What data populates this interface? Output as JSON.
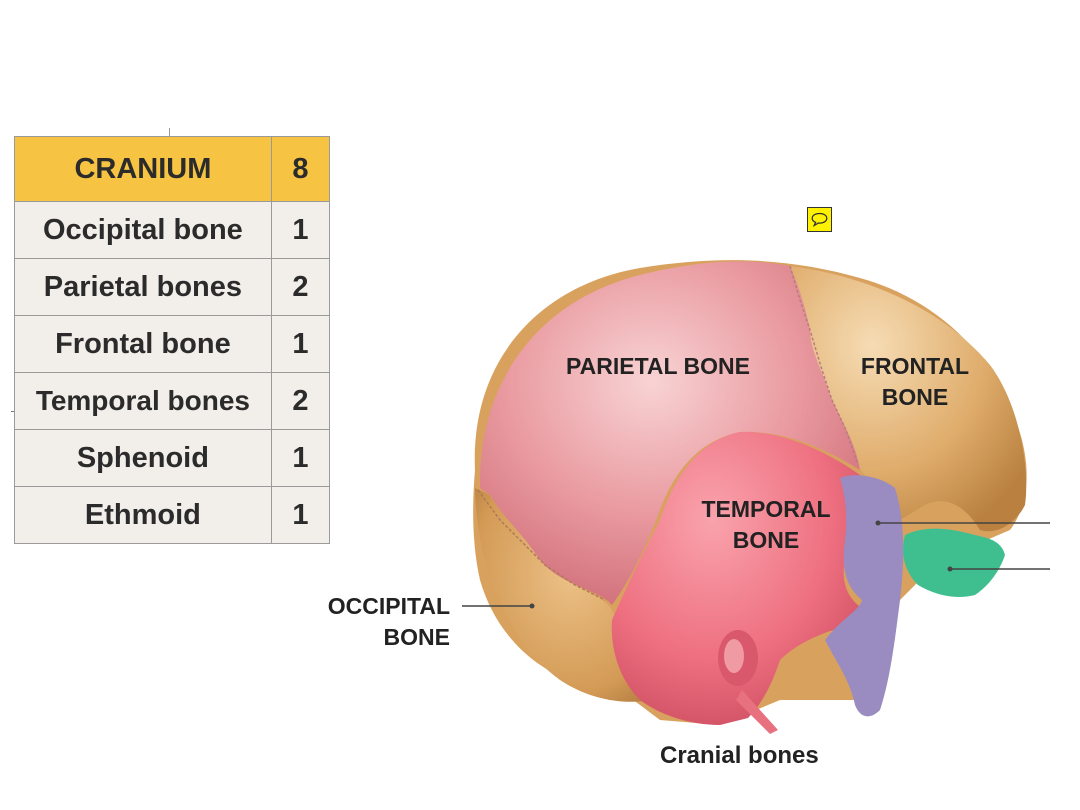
{
  "table": {
    "header": {
      "name": "CRANIUM",
      "count": "8"
    },
    "rows": [
      {
        "name": "Occipital bone",
        "count": "1"
      },
      {
        "name": "Parietal bones",
        "count": "2"
      },
      {
        "name": "Frontal bone",
        "count": "1"
      },
      {
        "name": "Temporal bones",
        "count": "2"
      },
      {
        "name": "Sphenoid",
        "count": "1"
      },
      {
        "name": "Ethmoid",
        "count": "1"
      }
    ]
  },
  "diagram": {
    "labels": {
      "parietal": "PARIETAL BONE",
      "frontal_line1": "FRONTAL",
      "frontal_line2": "BONE",
      "temporal_line1": "TEMPORAL",
      "temporal_line2": "BONE",
      "occipital_line1": "OCCIPITAL",
      "occipital_line2": "BONE"
    },
    "caption": "Cranial bones"
  },
  "colors": {
    "table_header": "#f6c343",
    "table_cell": "#f2eee9",
    "parietal": "#e8939a",
    "frontal": "#dca867",
    "occipital": "#d9a15e",
    "temporal": "#ef6f80",
    "sphenoid": "#9a8cc0",
    "ethmoid": "#3fbf8f",
    "comment_icon": "#fff200"
  },
  "icons": {
    "comment": "speech-bubble-icon"
  }
}
